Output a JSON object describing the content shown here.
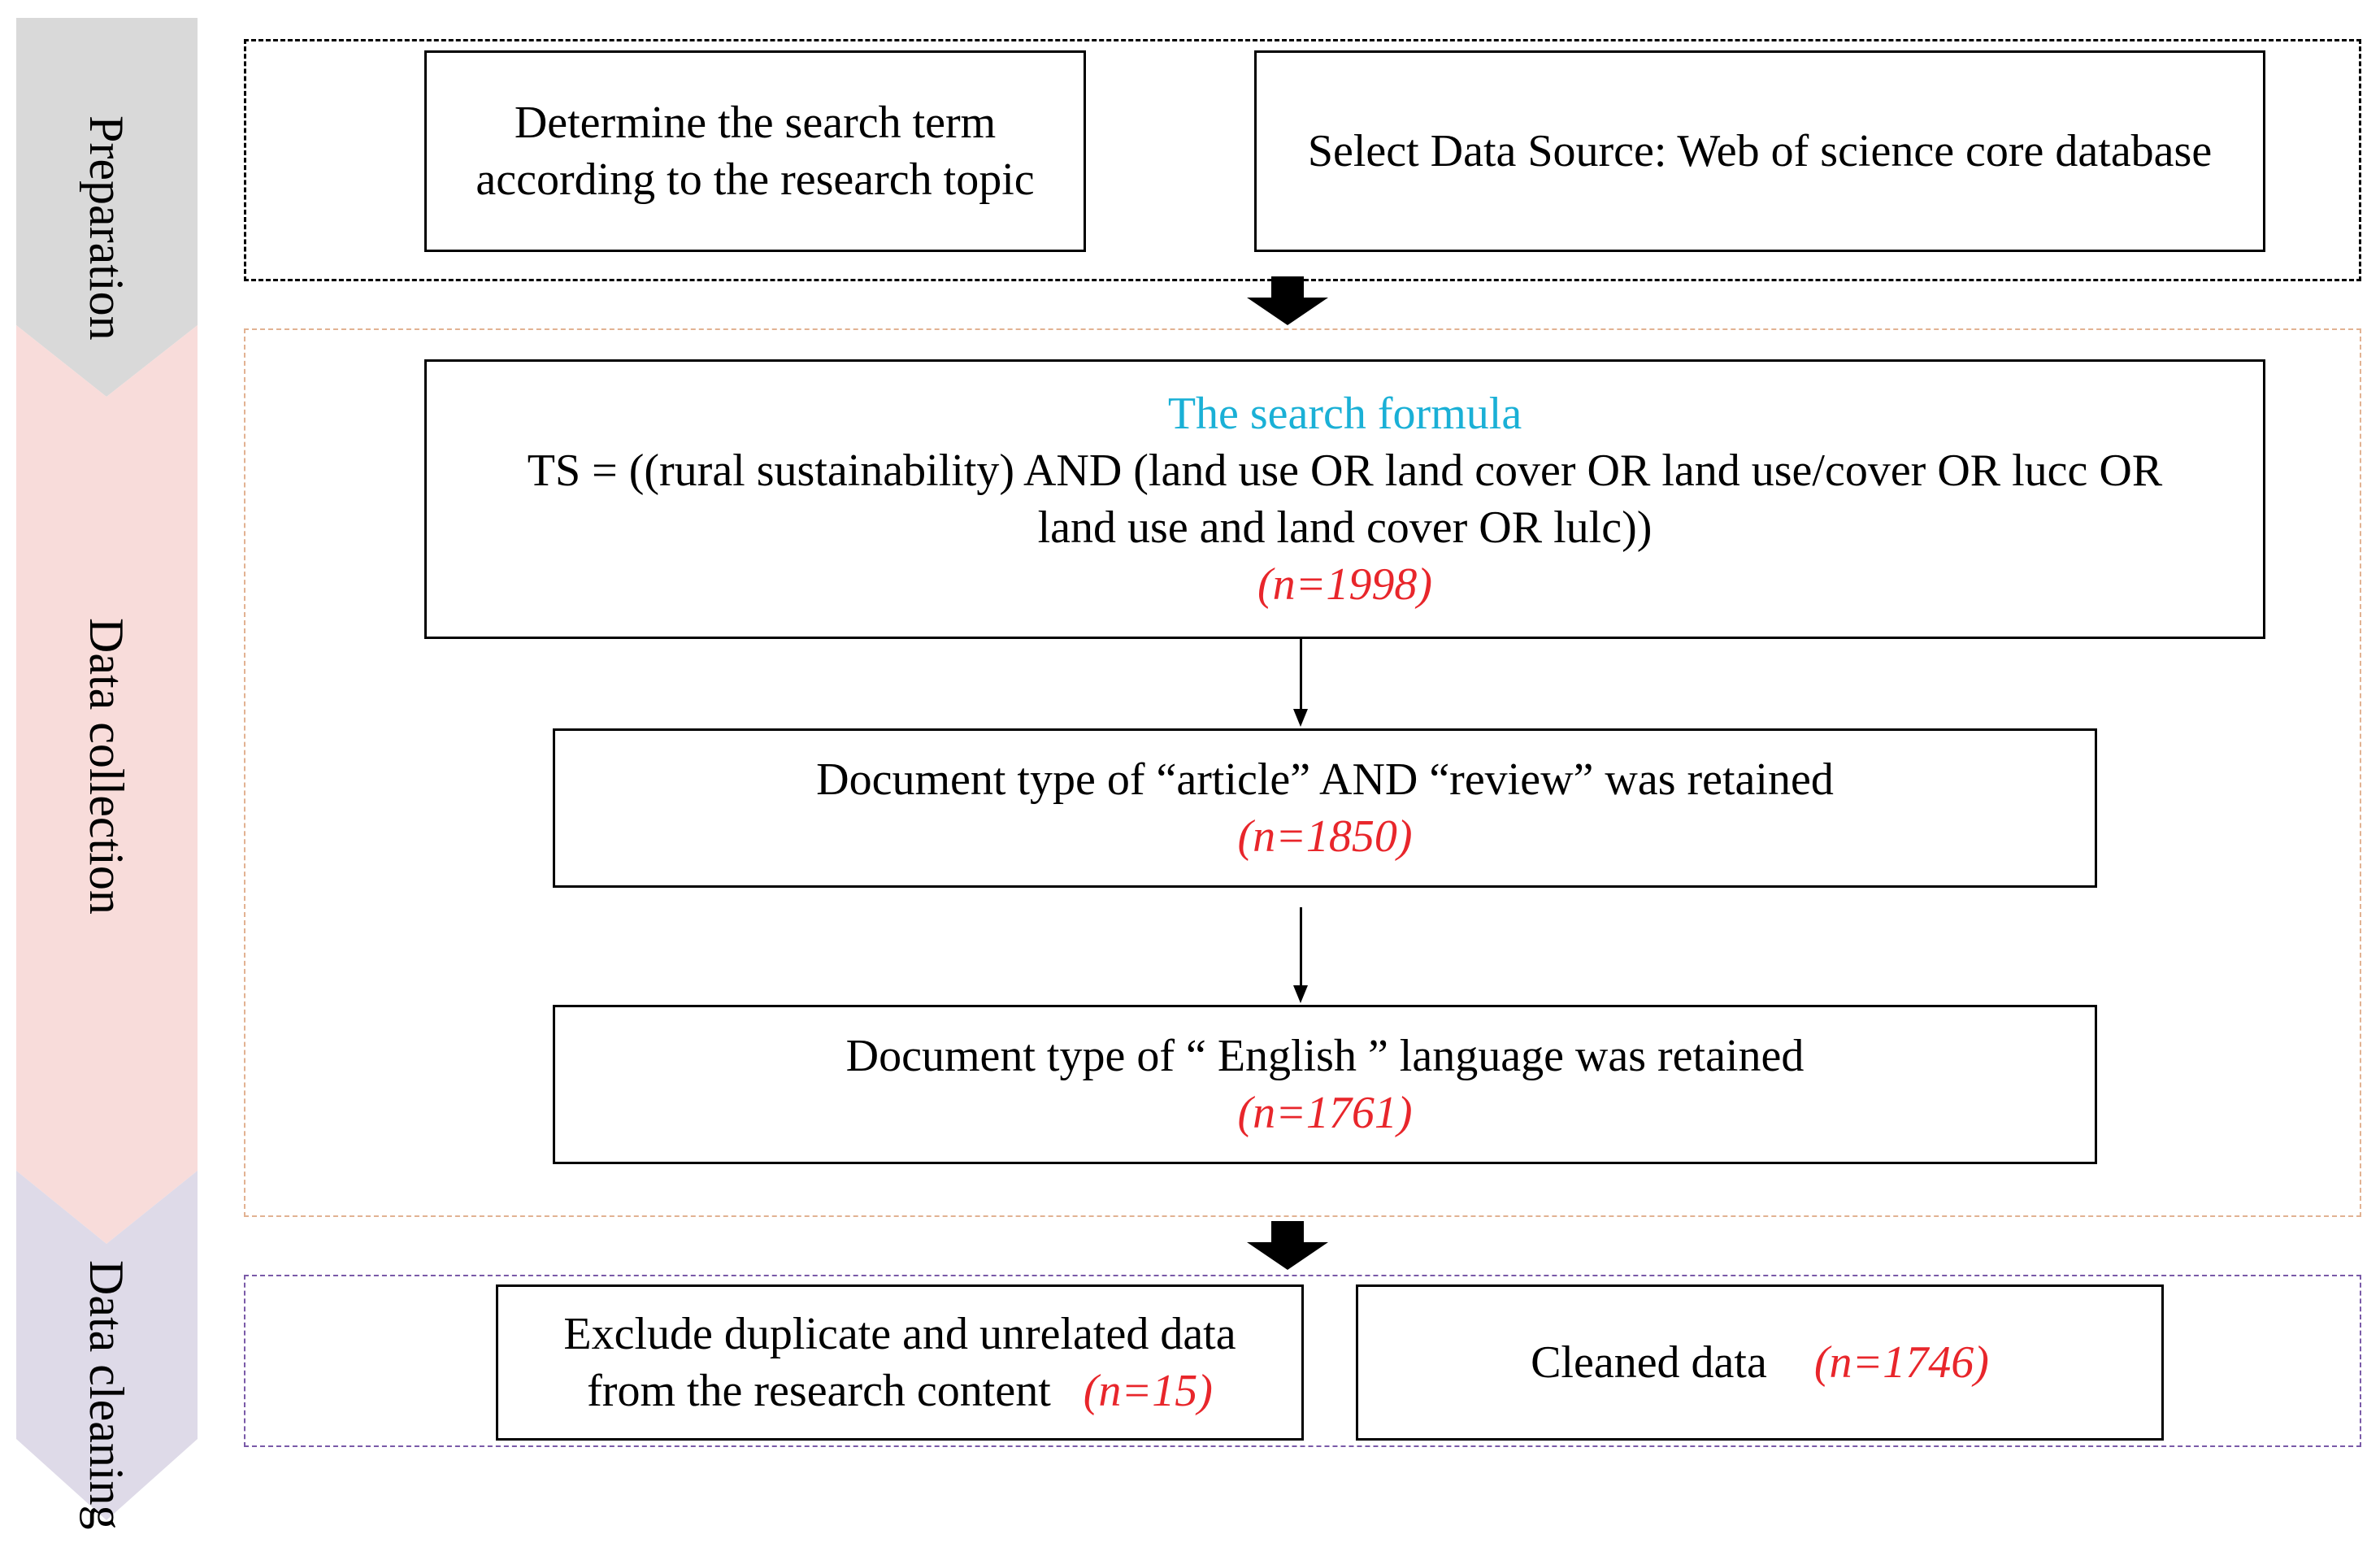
{
  "stages": [
    {
      "label": "Preparation",
      "color": "#d9d9d9"
    },
    {
      "label": "Data collection",
      "color": "#f8dcda"
    },
    {
      "label": "Data cleaning",
      "color": "#dedae8"
    }
  ],
  "preparation": {
    "search_term": [
      "Determine the search term",
      "according to the research topic"
    ],
    "data_source": "Select Data Source: Web of science core database"
  },
  "collection": {
    "formula_title": "The search formula",
    "formula_line1": "TS = ((rural sustainability) AND (land use OR land cover OR land use/cover OR lucc OR",
    "formula_line2": "land use and land cover OR lulc))",
    "formula_count": "(n=1998)",
    "doctype_text": "Document type of “article” AND “review” was retained",
    "doctype_count": "(n=1850)",
    "language_text": "Document type of “ English ” language was retained",
    "language_count": "(n=1761)"
  },
  "cleaning": {
    "exclude_line1": "Exclude duplicate and unrelated data",
    "exclude_line2": "from the research content",
    "exclude_count": "(n=15)",
    "cleaned_text": "Cleaned data",
    "cleaned_count": "(n=1746)"
  },
  "colors": {
    "formula_title": "#1ab0d6",
    "count": "#e8262b",
    "prep_border": "#000000",
    "collection_border": "#e2b292",
    "cleaning_border": "#7a5aa8"
  }
}
